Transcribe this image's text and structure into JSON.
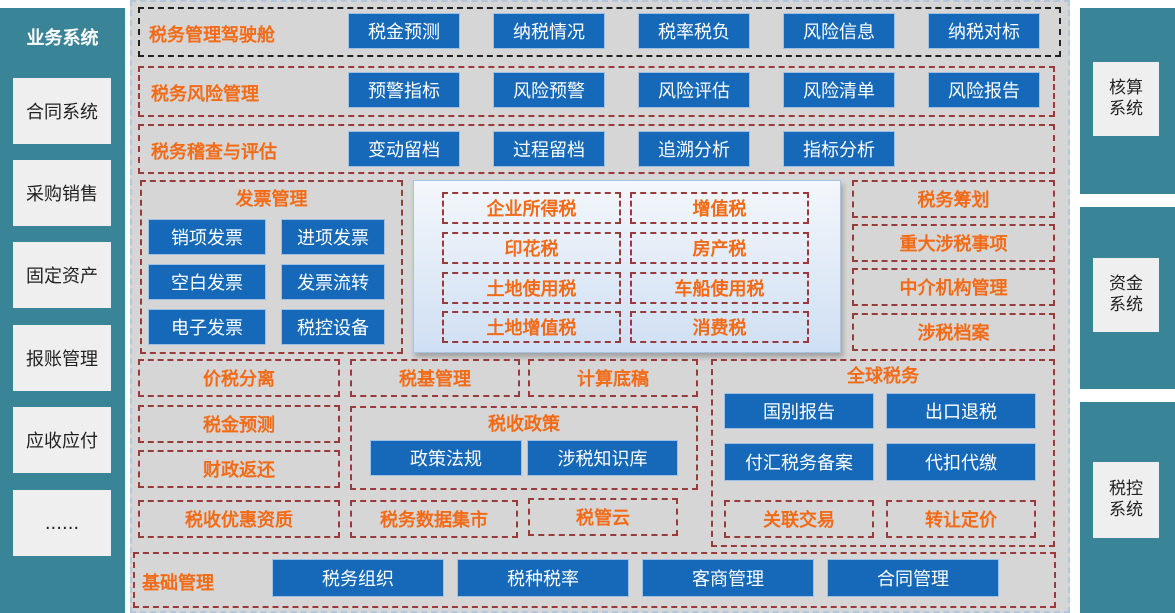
{
  "left_panel": {
    "title": "业务系统",
    "items": [
      "合同系统",
      "采购销售",
      "固定资产",
      "报账管理",
      "应收应付",
      "......"
    ]
  },
  "right_panel": {
    "items": [
      {
        "line1": "核算",
        "line2": "系统"
      },
      {
        "line1": "资金",
        "line2": "系统"
      },
      {
        "line1": "税控",
        "line2": "系统"
      }
    ]
  },
  "rows": {
    "cockpit": {
      "label": "税务管理驾驶舱",
      "buttons": [
        "税金预测",
        "纳税情况",
        "税率税负",
        "风险信息",
        "纳税对标"
      ]
    },
    "risk": {
      "label": "税务风险管理",
      "buttons": [
        "预警指标",
        "风险预警",
        "风险评估",
        "风险清单",
        "风险报告"
      ]
    },
    "audit": {
      "label": "税务稽查与评估",
      "buttons": [
        "变动留档",
        "过程留档",
        "追溯分析",
        "指标分析"
      ]
    }
  },
  "invoice": {
    "label": "发票管理",
    "buttons": [
      "销项发票",
      "进项发票",
      "空白发票",
      "发票流转",
      "电子发票",
      "税控设备"
    ]
  },
  "tax_types": [
    "企业所得税",
    "增值税",
    "印花税",
    "房产税",
    "土地使用税",
    "车船使用税",
    "土地增值税",
    "消费税"
  ],
  "right_items": [
    "税务筹划",
    "重大涉税事项",
    "中介机构管理",
    "涉税档案"
  ],
  "mid": {
    "price_tax_separation": "价税分离",
    "tax_base_mgmt": "税基管理",
    "calc_draft": "计算底稿",
    "tax_forecast": "税金预测",
    "fiscal_rebate": "财政返还",
    "tax_incentive": "税收优惠资质",
    "tax_policy": {
      "label": "税收政策",
      "buttons": [
        "政策法规",
        "涉税知识库"
      ]
    },
    "tax_data_mart": "税务数据集市",
    "tax_cloud": "税管云"
  },
  "global_tax": {
    "label": "全球税务",
    "buttons": [
      "国别报告",
      "出口退税",
      "付汇税务备案",
      "代扣代缴"
    ],
    "related_trade": "关联交易",
    "transfer_pricing": "转让定价"
  },
  "base": {
    "label": "基础管理",
    "buttons": [
      "税务组织",
      "税种税率",
      "客商管理",
      "合同管理"
    ]
  }
}
